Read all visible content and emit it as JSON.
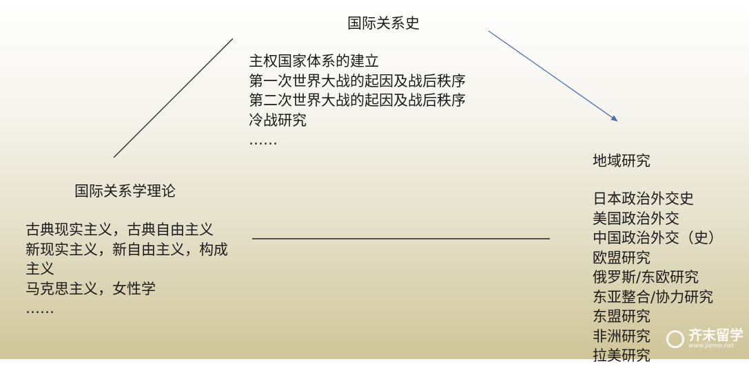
{
  "history": {
    "title": "国际关系史",
    "items": [
      "主权国家体系的建立",
      "第一次世界大战的起因及战后秩序",
      "第二次世界大战的起因及战后秩序",
      "冷战研究",
      "……"
    ]
  },
  "theory": {
    "title": "国际关系学理论",
    "items": [
      "古典现实主义，古典自由主义",
      "新现实主义，新自由主义，构成主义",
      "马克思主义，女性学",
      "……"
    ]
  },
  "area": {
    "title": "地域研究",
    "items": [
      "日本政治外交史",
      "美国政治外交",
      "中国政治外交（史）",
      "欧盟研究",
      "俄罗斯/东欧研究",
      "东亚整合/协力研究",
      "东盟研究",
      "非洲研究",
      "拉美研究"
    ]
  },
  "watermark": {
    "name": "齐末留学",
    "url": "www.jiemo.net"
  },
  "colors": {
    "arrow": "#4a6fb5",
    "line": "#222222"
  }
}
